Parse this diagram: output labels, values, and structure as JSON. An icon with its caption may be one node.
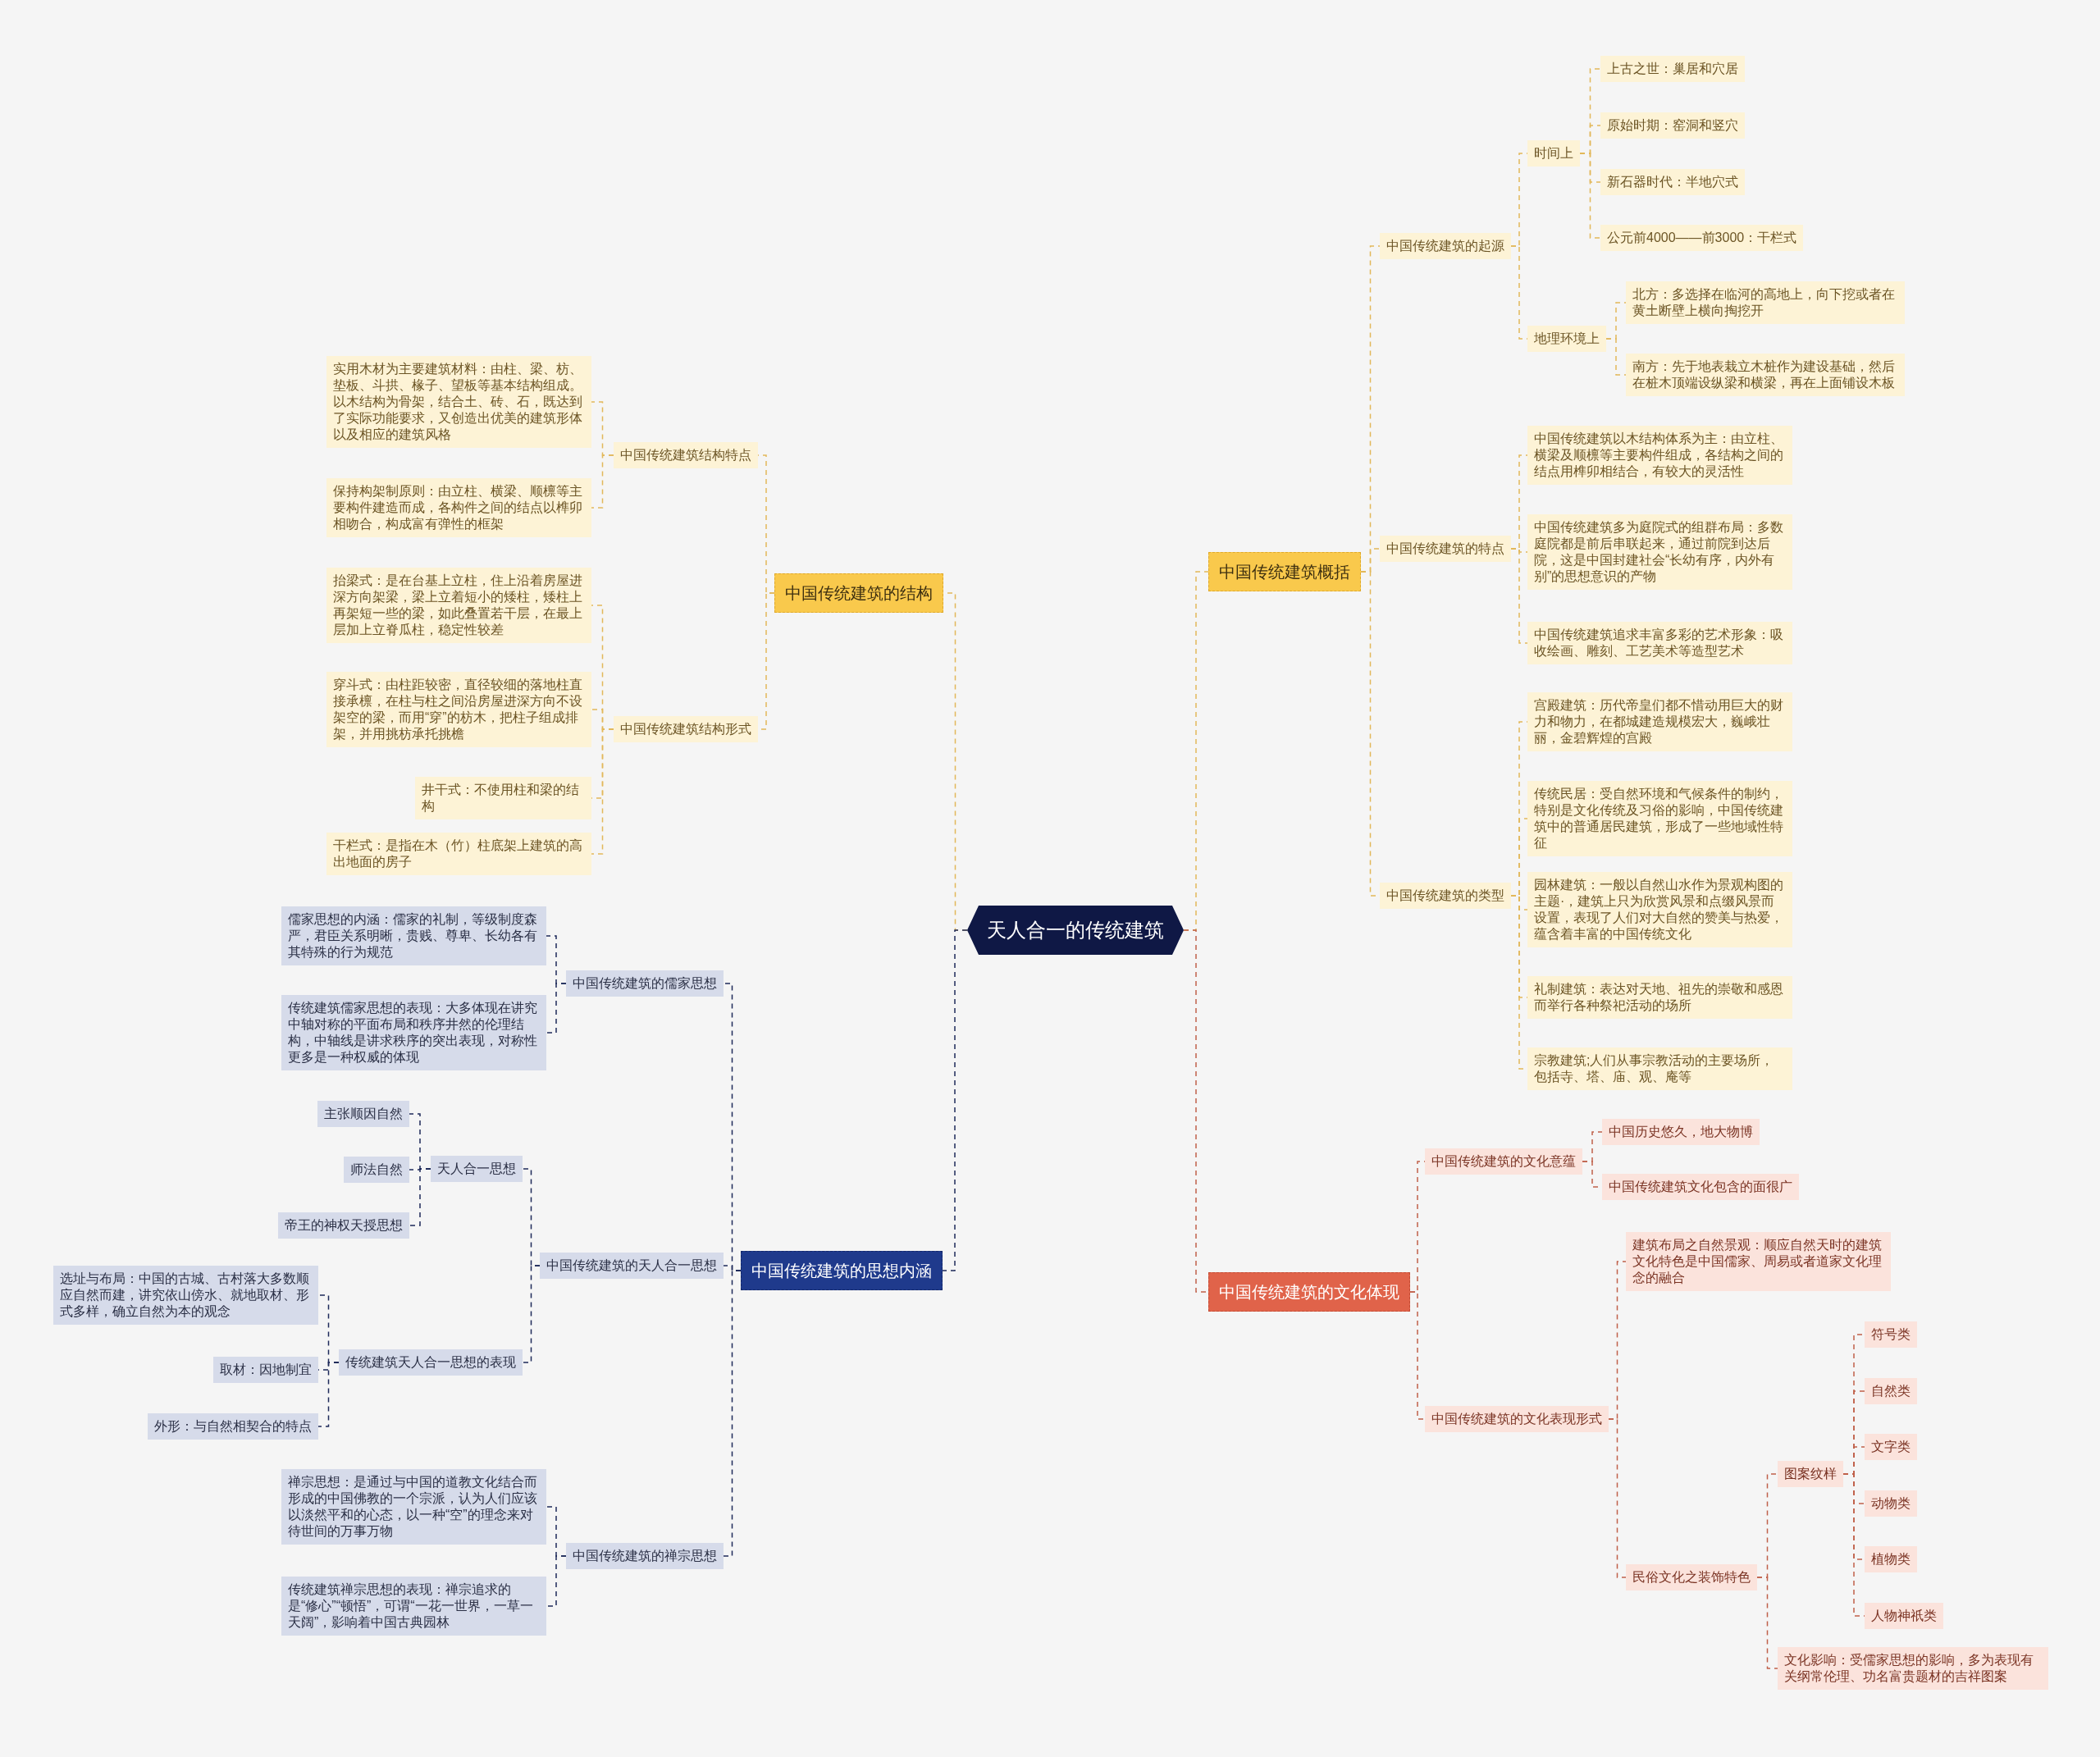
{
  "diagram": {
    "nodes": [
      {
        "text": [
          "天人合一的传统建筑"
        ]
      },
      {
        "text": [
          "中国传统建筑的结构"
        ]
      },
      {
        "text": [
          "中国传统建筑结构特点"
        ]
      },
      {
        "text": [
          "实用木材为主要建筑材料：由柱、梁、枋、垫板、斗拱、椽子、望板等基本结构组成。以木结构为骨架，结合土、砖、石，既达到了实际功能要求，又创造出优美的建筑形体以及相应的建筑风格"
        ]
      },
      {
        "text": [
          "保持构架制原则：由立柱、横梁、顺檩等主要构件建造而成，各构件之间的结点以榫卯相吻合，构成富有弹性的框架"
        ]
      },
      {
        "text": [
          "中国传统建筑结构形式"
        ]
      },
      {
        "text": [
          "抬梁式：是在台基上立柱，住上沿着房屋进深方向架梁，梁上立着短小的矮柱，矮柱上再架短一些的梁，如此叠置若干层，在最上层加上立脊瓜柱，稳定性较差"
        ]
      },
      {
        "text": [
          "穿斗式：由柱距较密，直径较细的落地柱直接承檩，在柱与柱之间沿房屋进深方向不设架空的梁，而用“穿”的枋木，把柱子组成排架，并用挑枋承托挑檐"
        ]
      },
      {
        "text": [
          "井干式：不使用柱和梁的结构"
        ]
      },
      {
        "text": [
          "干栏式：是指在木（竹）柱底架上建筑的高出地面的房子"
        ]
      },
      {
        "text": [
          "中国传统建筑的思想内涵"
        ]
      },
      {
        "text": [
          "中国传统建筑的儒家思想"
        ]
      },
      {
        "text": [
          "儒家思想的内涵：儒家的礼制，等级制度森严，君臣关系明晰，贵贱、尊卑、长幼各有其特殊的行为规范"
        ]
      },
      {
        "text": [
          "传统建筑儒家思想的表现：大多体现在讲究中轴对称的平面布局和秩序井然的伦理结构，中轴线是讲求秩序的突出表现，对称性更多是一种权威的体现"
        ]
      },
      {
        "text": [
          "中国传统建筑的天人合一思想"
        ]
      },
      {
        "text": [
          "天人合一思想"
        ]
      },
      {
        "text": [
          "主张顺因自然"
        ]
      },
      {
        "text": [
          "师法自然"
        ]
      },
      {
        "text": [
          "帝王的神权天授思想"
        ]
      },
      {
        "text": [
          "传统建筑天人合一思想的表现"
        ]
      },
      {
        "text": [
          "选址与布局：中国的古城、古村落大多数顺应自然而建，讲究依山傍水、就地取材、形式多样，确立自然为本的观念"
        ]
      },
      {
        "text": [
          "取材：因地制宜"
        ]
      },
      {
        "text": [
          "外形：与自然相契合的特点"
        ]
      },
      {
        "text": [
          "中国传统建筑的禅宗思想"
        ]
      },
      {
        "text": [
          "禅宗思想：是通过与中国的道教文化结合而形成的中国佛教的一个宗派，认为人们应该以淡然平和的心态，以一种“空”的理念来对待世间的万事万物"
        ]
      },
      {
        "text": [
          "传统建筑禅宗思想的表现：禅宗追求的是“修心”“顿悟”，可谓“一花一世界，一草一天阔”，影响着中国古典园林"
        ]
      },
      {
        "text": [
          "中国传统建筑概括"
        ]
      },
      {
        "text": [
          "中国传统建筑的起源"
        ]
      },
      {
        "text": [
          "时间上"
        ]
      },
      {
        "text": [
          "上古之世：巢居和穴居"
        ]
      },
      {
        "text": [
          "原始时期：窑洞和竖穴"
        ]
      },
      {
        "text": [
          "新石器时代：半地穴式"
        ]
      },
      {
        "text": [
          "公元前4000——前3000：干栏式"
        ]
      },
      {
        "text": [
          "地理环境上"
        ]
      },
      {
        "text": [
          "北方：多选择在临河的高地上，向下挖或者在黄土断壁上横向掏挖开"
        ]
      },
      {
        "text": [
          "南方：先于地表栽立木桩作为建设基础，然后在桩木顶端设纵梁和横梁，再在上面铺设木板"
        ]
      },
      {
        "text": [
          "中国传统建筑的特点"
        ]
      },
      {
        "text": [
          "中国传统建筑以木结构体系为主：由立柱、横梁及顺檩等主要构件组成，各结构之间的结点用榫卯相结合，有较大的灵活性"
        ]
      },
      {
        "text": [
          "中国传统建筑多为庭院式的组群布局：多数庭院都是前后串联起来，通过前院到达后院，这是中国封建社会“长幼有序，内外有别”的思想意识的产物"
        ]
      },
      {
        "text": [
          "中国传统建筑追求丰富多彩的艺术形象：吸收绘画、雕刻、工艺美术等造型艺术"
        ]
      },
      {
        "text": [
          "中国传统建筑的类型"
        ]
      },
      {
        "text": [
          "宫殿建筑：历代帝皇们都不惜动用巨大的财力和物力，在都城建造规模宏大，巍峨壮丽，金碧辉煌的宫殿"
        ]
      },
      {
        "text": [
          "传统民居：受自然环境和气候条件的制约，特别是文化传统及习俗的影响，中国传统建筑中的普通居民建筑，形成了一些地域性特征"
        ]
      },
      {
        "text": [
          "园林建筑：一般以自然山水作为景观构图的主题·，建筑上只为欣赏风景和点缀风景而设置，表现了人们对大自然的赞美与热爱，蕴含着丰富的中国传统文化"
        ]
      },
      {
        "text": [
          "礼制建筑：表达对天地、祖先的崇敬和感恩而举行各种祭祀活动的场所"
        ]
      },
      {
        "text": [
          "宗教建筑;人们从事宗教活动的主要场所，包括寺、塔、庙、观、庵等"
        ]
      },
      {
        "text": [
          "中国传统建筑的文化体现"
        ]
      },
      {
        "text": [
          "中国传统建筑的文化意蕴"
        ]
      },
      {
        "text": [
          "中国历史悠久，地大物博"
        ]
      },
      {
        "text": [
          "中国传统建筑文化包含的面很广"
        ]
      },
      {
        "text": [
          "中国传统建筑的文化表现形式"
        ]
      },
      {
        "text": [
          "建筑布局之自然景观：顺应自然天时的建筑文化特色是中国儒家、周易或者道家文化理念的融合"
        ]
      },
      {
        "text": [
          "民俗文化之装饰特色"
        ]
      },
      {
        "text": [
          "图案纹样"
        ]
      },
      {
        "text": [
          "符号类"
        ]
      },
      {
        "text": [
          "自然类"
        ]
      },
      {
        "text": [
          "文字类"
        ]
      },
      {
        "text": [
          "动物类"
        ]
      },
      {
        "text": [
          "植物类"
        ]
      },
      {
        "text": [
          "人物神祇类"
        ]
      },
      {
        "text": [
          "文化影响：受儒家思想的影响，多为表现有关纲常伦理、功名富贵题材的吉祥图案"
        ]
      }
    ],
    "edges": [
      {
        "from": 0,
        "to": 1,
        "arrow": "none",
        "style": "dashed"
      },
      {
        "from": 1,
        "to": 2,
        "arrow": "none",
        "style": "dashed"
      },
      {
        "from": 2,
        "to": 3,
        "arrow": "none",
        "style": "dashed"
      },
      {
        "from": 2,
        "to": 4,
        "arrow": "none",
        "style": "dashed"
      },
      {
        "from": 1,
        "to": 5,
        "arrow": "none",
        "style": "dashed"
      },
      {
        "from": 5,
        "to": 6,
        "arrow": "none",
        "style": "dashed"
      },
      {
        "from": 5,
        "to": 7,
        "arrow": "none",
        "style": "dashed"
      },
      {
        "from": 5,
        "to": 8,
        "arrow": "none",
        "style": "dashed"
      },
      {
        "from": 5,
        "to": 9,
        "arrow": "none",
        "style": "dashed"
      },
      {
        "from": 0,
        "to": 10,
        "arrow": "none",
        "style": "dashed",
        "color": "#1e2a5a"
      },
      {
        "from": 10,
        "to": 11,
        "arrow": "none",
        "style": "dashed",
        "color": "#1e2a5a"
      },
      {
        "from": 11,
        "to": 12,
        "arrow": "none",
        "style": "dashed",
        "color": "#1e2a5a"
      },
      {
        "from": 11,
        "to": 13,
        "arrow": "none",
        "style": "dashed",
        "color": "#1e2a5a"
      },
      {
        "from": 10,
        "to": 14,
        "arrow": "none",
        "style": "dashed",
        "color": "#1e2a5a"
      },
      {
        "from": 14,
        "to": 15,
        "arrow": "none",
        "style": "dashed",
        "color": "#1e2a5a"
      },
      {
        "from": 15,
        "to": 16,
        "arrow": "none",
        "style": "dashed",
        "color": "#1e2a5a"
      },
      {
        "from": 15,
        "to": 17,
        "arrow": "none",
        "style": "dashed",
        "color": "#1e2a5a"
      },
      {
        "from": 15,
        "to": 18,
        "arrow": "none",
        "style": "dashed",
        "color": "#1e2a5a"
      },
      {
        "from": 14,
        "to": 19,
        "arrow": "none",
        "style": "dashed",
        "color": "#1e2a5a"
      },
      {
        "from": 19,
        "to": 20,
        "arrow": "none",
        "style": "dashed",
        "color": "#1e2a5a"
      },
      {
        "from": 19,
        "to": 21,
        "arrow": "none",
        "style": "dashed",
        "color": "#1e2a5a"
      },
      {
        "from": 19,
        "to": 22,
        "arrow": "none",
        "style": "dashed",
        "color": "#1e2a5a"
      },
      {
        "from": 10,
        "to": 23,
        "arrow": "none",
        "style": "dashed",
        "color": "#1e2a5a"
      },
      {
        "from": 23,
        "to": 24,
        "arrow": "none",
        "style": "dashed",
        "color": "#1e2a5a"
      },
      {
        "from": 23,
        "to": 25,
        "arrow": "none",
        "style": "dashed",
        "color": "#1e2a5a"
      },
      {
        "from": 0,
        "to": 26,
        "arrow": "none",
        "style": "dashed"
      },
      {
        "from": 26,
        "to": 27,
        "arrow": "none",
        "style": "dashed"
      },
      {
        "from": 27,
        "to": 28,
        "arrow": "none",
        "style": "dashed"
      },
      {
        "from": 28,
        "to": 29,
        "arrow": "none",
        "style": "dashed"
      },
      {
        "from": 28,
        "to": 30,
        "arrow": "none",
        "style": "dashed"
      },
      {
        "from": 28,
        "to": 31,
        "arrow": "none",
        "style": "dashed"
      },
      {
        "from": 28,
        "to": 32,
        "arrow": "none",
        "style": "dashed"
      },
      {
        "from": 27,
        "to": 33,
        "arrow": "none",
        "style": "dashed"
      },
      {
        "from": 33,
        "to": 34,
        "arrow": "none",
        "style": "dashed"
      },
      {
        "from": 33,
        "to": 35,
        "arrow": "none",
        "style": "dashed"
      },
      {
        "from": 26,
        "to": 36,
        "arrow": "none",
        "style": "dashed"
      },
      {
        "from": 36,
        "to": 37,
        "arrow": "none",
        "style": "dashed"
      },
      {
        "from": 36,
        "to": 38,
        "arrow": "none",
        "style": "dashed"
      },
      {
        "from": 36,
        "to": 39,
        "arrow": "none",
        "style": "dashed"
      },
      {
        "from": 26,
        "to": 40,
        "arrow": "none",
        "style": "dashed"
      },
      {
        "from": 40,
        "to": 41,
        "arrow": "none",
        "style": "dashed"
      },
      {
        "from": 40,
        "to": 42,
        "arrow": "none",
        "style": "dashed"
      },
      {
        "from": 40,
        "to": 43,
        "arrow": "none",
        "style": "dashed"
      },
      {
        "from": 40,
        "to": 44,
        "arrow": "none",
        "style": "dashed"
      },
      {
        "from": 40,
        "to": 45,
        "arrow": "none",
        "style": "dashed"
      },
      {
        "from": 0,
        "to": 46,
        "arrow": "none",
        "style": "dashed",
        "color": "#c0604a"
      },
      {
        "from": 46,
        "to": 47,
        "arrow": "none",
        "style": "dashed",
        "color": "#c0604a"
      },
      {
        "from": 47,
        "to": 48,
        "arrow": "none",
        "style": "dashed",
        "color": "#c0604a"
      },
      {
        "from": 47,
        "to": 49,
        "arrow": "none",
        "style": "dashed",
        "color": "#c0604a"
      },
      {
        "from": 46,
        "to": 50,
        "arrow": "none",
        "style": "dashed",
        "color": "#c0604a"
      },
      {
        "from": 50,
        "to": 51,
        "arrow": "none",
        "style": "dashed",
        "color": "#c0604a"
      },
      {
        "from": 50,
        "to": 52,
        "arrow": "none",
        "style": "dashed",
        "color": "#c0604a"
      },
      {
        "from": 52,
        "to": 53,
        "arrow": "none",
        "style": "dashed",
        "color": "#c0604a"
      },
      {
        "from": 53,
        "to": 54,
        "arrow": "none",
        "style": "dashed",
        "color": "#c0604a"
      },
      {
        "from": 53,
        "to": 55,
        "arrow": "none",
        "style": "dashed",
        "color": "#c0604a"
      },
      {
        "from": 53,
        "to": 56,
        "arrow": "none",
        "style": "dashed",
        "color": "#c0604a"
      },
      {
        "from": 53,
        "to": 57,
        "arrow": "none",
        "style": "dashed",
        "color": "#c0604a"
      },
      {
        "from": 53,
        "to": 58,
        "arrow": "none",
        "style": "dashed",
        "color": "#c0604a"
      },
      {
        "from": 53,
        "to": 59,
        "arrow": "none",
        "style": "dashed",
        "color": "#c0604a"
      },
      {
        "from": 52,
        "to": 60,
        "arrow": "none",
        "style": "dashed",
        "color": "#c0604a"
      }
    ]
  }
}
